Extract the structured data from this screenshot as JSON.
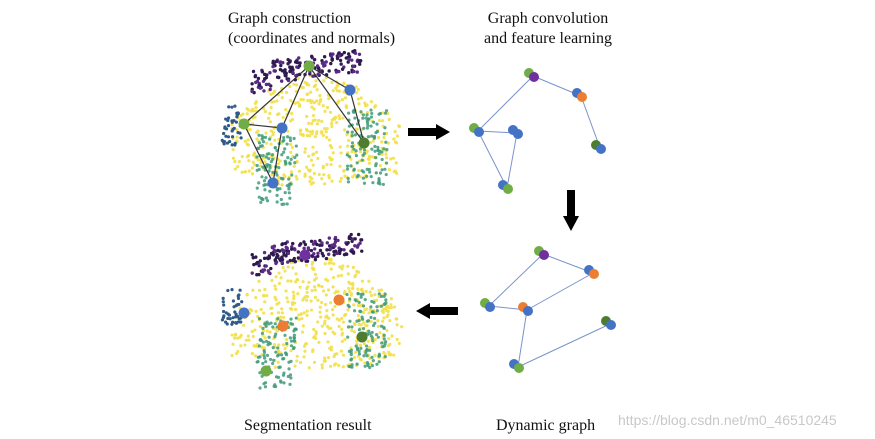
{
  "labels": {
    "graph_construction_line1": "Graph construction",
    "graph_construction_line2": "(coordinates and normals)",
    "graph_convolution_line1": "Graph convolution",
    "graph_convolution_line2": "and feature learning",
    "segmentation_result": "Segmentation result",
    "dynamic_graph": "Dynamic graph"
  },
  "watermark": "https://blog.csdn.net/m0_46510245",
  "colors": {
    "purple": "#5b2a86",
    "dark_purple": "#2d1b4e",
    "yellow": "#f2e049",
    "teal": "#3f9b7a",
    "blue": "#4472c4",
    "green": "#70ad47",
    "dark_green": "#4e7d32",
    "orange": "#ed7d31",
    "violet": "#7030a0",
    "edge": "#7a94c8",
    "arrow": "#000000"
  }
}
